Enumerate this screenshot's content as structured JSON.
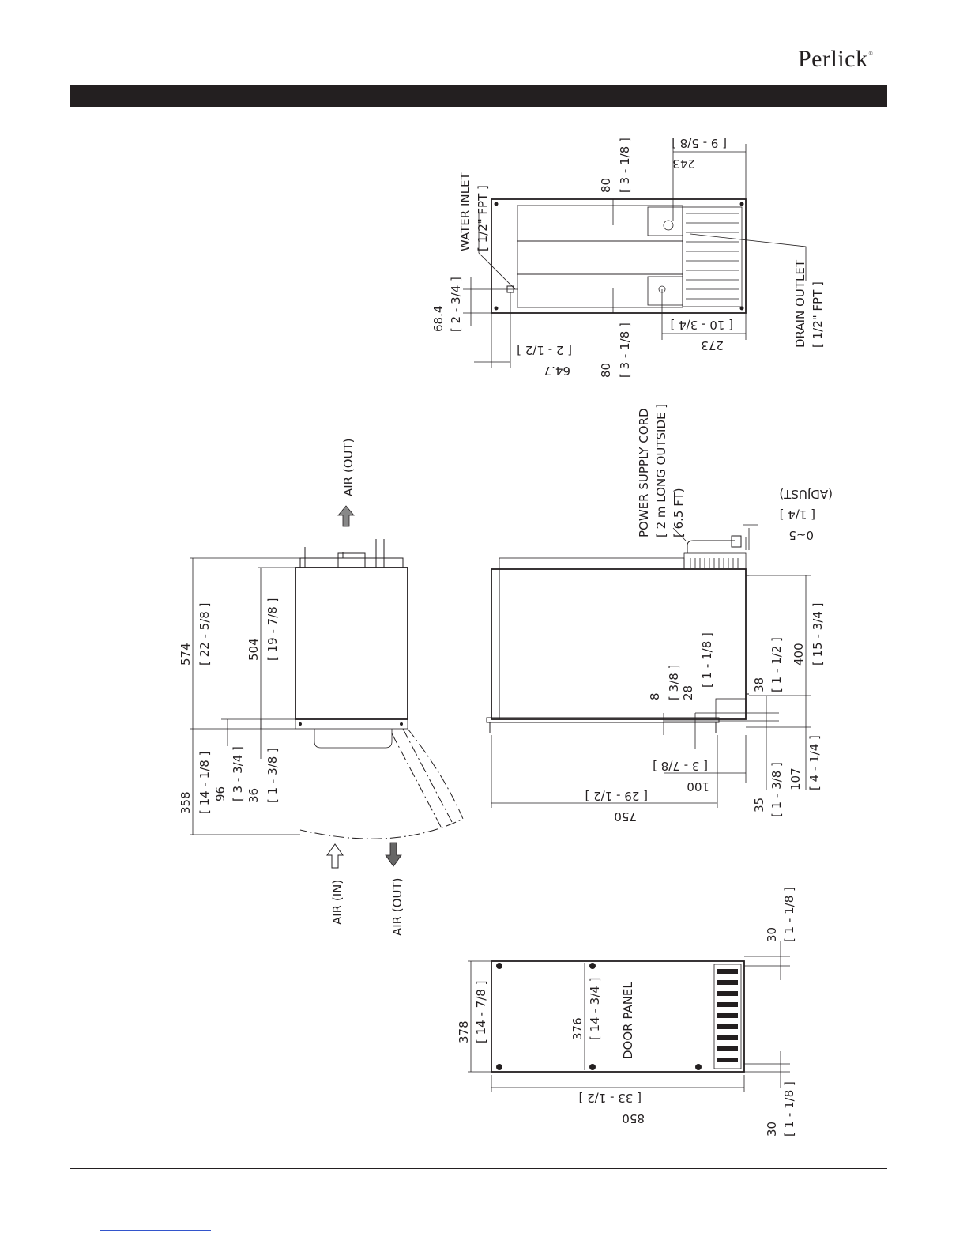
{
  "header": {
    "brand": "Perlick",
    "brand_mark": "®"
  },
  "colors": {
    "ink": "#231f20",
    "bar": "#231f20",
    "link_rule": "#3355cc"
  },
  "top_view": {
    "water_inlet_label": "WATER INLET",
    "water_inlet_spec": "[ 1/2\" FPT ]",
    "drain_outlet_label": "DRAIN OUTLET",
    "drain_outlet_spec": "[ 1/2\" FPT ]",
    "dim_243": "243",
    "dim_243_in": "[ 9 - 5/8 ]",
    "dim_80a": "80",
    "dim_80a_in": "[ 3 - 1/8 ]",
    "dim_80b": "80",
    "dim_80b_in": "[ 3 - 1/8 ]",
    "dim_684": "68.4",
    "dim_684_in": "[ 2 - 3/4 ]",
    "dim_647": "64.7",
    "dim_647_in": "[ 2 - 1/2 ]",
    "dim_273": "273",
    "dim_273_in": "[ 10 - 3/4 ]"
  },
  "side_view": {
    "air_out_top": "AIR (OUT)",
    "air_in": "AIR (IN)",
    "air_out_bottom": "AIR (OUT)",
    "dim_574": "574",
    "dim_574_in": "[ 22 - 5/8 ]",
    "dim_504": "504",
    "dim_504_in": "[ 19 - 7/8 ]",
    "dim_358": "358",
    "dim_358_in": "[ 14 - 1/8 ]",
    "dim_96": "96",
    "dim_96_in": "[ 3 - 3/4 ]",
    "dim_36": "36",
    "dim_36_in": "[ 1 - 3/8 ]"
  },
  "front_view": {
    "power_cord_1": "POWER SUPPLY CORD",
    "power_cord_2": "[ 2 m LONG OUTSIDE ]",
    "power_cord_3": "[ 6.5 FT)",
    "adjust": "(ADJUST)",
    "adjust_in": "[ 1/4 ]",
    "adjust_mm": "0~5",
    "dim_8": "8",
    "dim_8_in": "[ 3/8 ]",
    "dim_28": "28",
    "dim_28_in": "[ 1 - 1/8 ]",
    "dim_38": "38",
    "dim_38_in": "[ 1 - 1/2 ]",
    "dim_400": "400",
    "dim_400_in": "[ 15 - 3/4 ]",
    "dim_100": "100",
    "dim_100_in": "[ 3 - 7/8 ]",
    "dim_750": "750",
    "dim_750_in": "[ 29 - 1/2 ]",
    "dim_35": "35",
    "dim_35_in": "[ 1 - 3/8 ]",
    "dim_107": "107",
    "dim_107_in": "[ 4 - 1/4 ]"
  },
  "door_view": {
    "door_panel": "DOOR PANEL",
    "dim_378": "378",
    "dim_378_in": "[ 14 - 7/8 ]",
    "dim_376": "376",
    "dim_376_in": "[ 14 - 3/4 ]",
    "dim_850": "850",
    "dim_850_in": "[ 33 - 1/2 ]",
    "dim_30a": "30",
    "dim_30a_in": "[ 1 - 1/8 ]",
    "dim_30b": "30",
    "dim_30b_in": "[ 1 - 1/8 ]"
  }
}
